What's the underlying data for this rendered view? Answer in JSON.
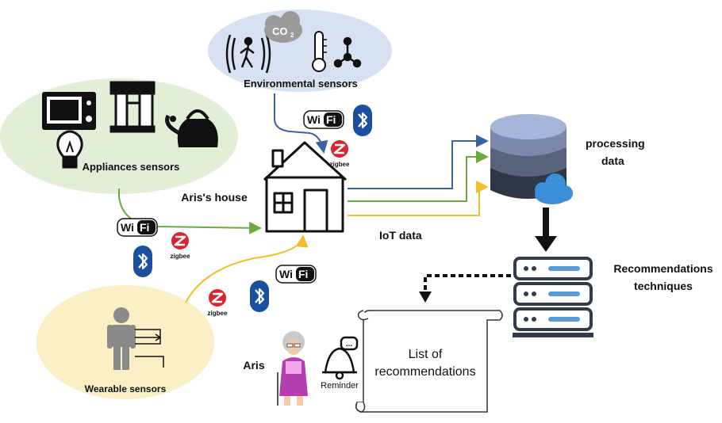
{
  "groups": {
    "environmental": "Environmental sensors",
    "appliances": "Appliances sensors",
    "wearable": "Wearable sensors"
  },
  "house_label": "Aris's house",
  "iot_label": "IoT data",
  "processing": {
    "line1": "processing",
    "line2": "data"
  },
  "recommendations": {
    "line1": "Recommendations",
    "line2": "techniques"
  },
  "person_label": "Aris",
  "reminder_label": "Reminder",
  "scroll": {
    "line1": "List of",
    "line2": "recommendations"
  },
  "co2": "CO",
  "co2_sub": "2",
  "zigbee": "zigbee",
  "wifi": {
    "a": "Wi",
    "b": "Fi"
  },
  "colors": {
    "env_bg": "#d6e2f1",
    "appl_bg": "#e2efd6",
    "wear_bg": "#fbefc6",
    "blue_arrow": "#3b62a8",
    "green_arrow": "#6aab3d",
    "yellow_arrow": "#f2bf2a",
    "bluetooth": "#1b4fa0",
    "zigbee": "#d9232e"
  }
}
